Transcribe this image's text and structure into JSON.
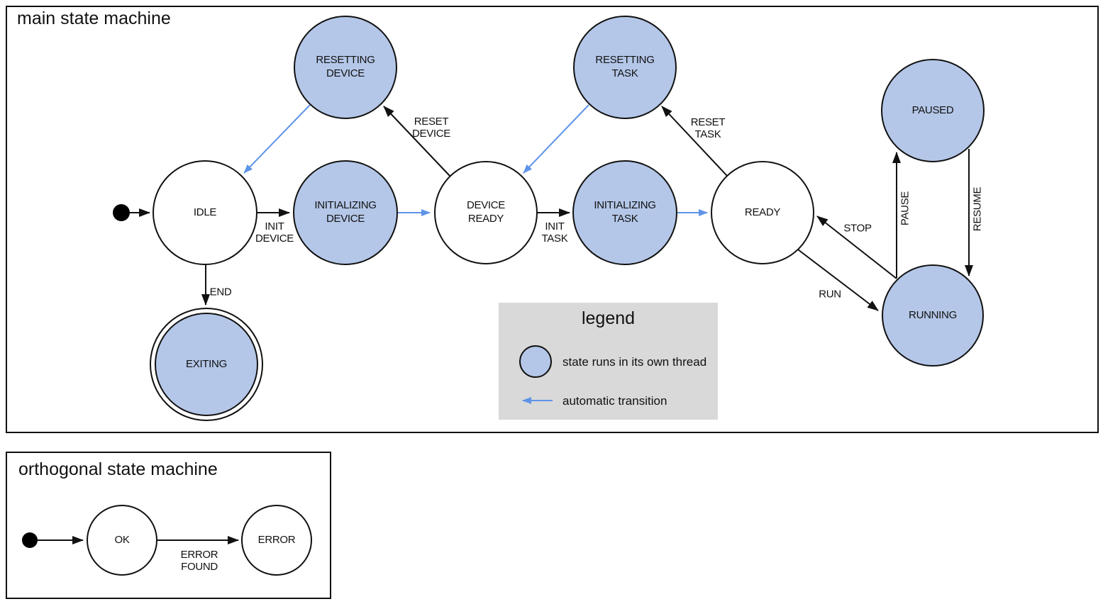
{
  "colors": {
    "state_fill": "#b4c7e8",
    "state_stroke": "#111111",
    "automatic_transition_arrow": "#5f94e8",
    "legend_background": "#d9d9d9"
  },
  "main_machine": {
    "title": "main state machine",
    "states": [
      {
        "name": "IDLE",
        "label": "IDLE",
        "threaded": false,
        "initial": true,
        "final": false
      },
      {
        "name": "RESETTING DEVICE",
        "label": "RESETTING\nDEVICE",
        "threaded": true,
        "final": false
      },
      {
        "name": "INITIALIZING DEVICE",
        "label": "INITIALIZING\nDEVICE",
        "threaded": true,
        "final": false
      },
      {
        "name": "DEVICE READY",
        "label": "DEVICE\nREADY",
        "threaded": false,
        "final": false
      },
      {
        "name": "RESETTING TASK",
        "label": "RESETTING\nTASK",
        "threaded": true,
        "final": false
      },
      {
        "name": "INITIALIZING TASK",
        "label": "INITIALIZING\nTASK",
        "threaded": true,
        "final": false
      },
      {
        "name": "READY",
        "label": "READY",
        "threaded": false,
        "final": false
      },
      {
        "name": "PAUSED",
        "label": "PAUSED",
        "threaded": true,
        "final": false
      },
      {
        "name": "RUNNING",
        "label": "RUNNING",
        "threaded": true,
        "final": false
      },
      {
        "name": "EXITING",
        "label": "EXITING",
        "threaded": true,
        "final": true
      }
    ],
    "transitions": [
      {
        "label": "INIT\nDEVICE",
        "from": "IDLE",
        "to": "INITIALIZING DEVICE",
        "type": "manual"
      },
      {
        "label": "RESET\nDEVICE",
        "from": "DEVICE READY",
        "to": "RESETTING DEVICE",
        "type": "manual"
      },
      {
        "label": "INIT\nTASK",
        "from": "DEVICE READY",
        "to": "INITIALIZING TASK",
        "type": "manual"
      },
      {
        "label": "RESET\nTASK",
        "from": "READY",
        "to": "RESETTING TASK",
        "type": "manual"
      },
      {
        "label": "RUN",
        "from": "READY",
        "to": "RUNNING",
        "type": "manual"
      },
      {
        "label": "STOP",
        "from": "RUNNING",
        "to": "READY",
        "type": "manual"
      },
      {
        "label": "PAUSE",
        "from": "RUNNING",
        "to": "PAUSED",
        "type": "manual"
      },
      {
        "label": "RESUME",
        "from": "PAUSED",
        "to": "RUNNING",
        "type": "manual"
      },
      {
        "label": "END",
        "from": "IDLE",
        "to": "EXITING",
        "type": "manual"
      },
      {
        "label": "",
        "from": "start",
        "to": "IDLE",
        "type": "initial"
      },
      {
        "label": "",
        "from": "RESETTING DEVICE",
        "to": "IDLE",
        "type": "automatic"
      },
      {
        "label": "",
        "from": "INITIALIZING DEVICE",
        "to": "DEVICE READY",
        "type": "automatic"
      },
      {
        "label": "",
        "from": "RESETTING TASK",
        "to": "DEVICE READY",
        "type": "automatic"
      },
      {
        "label": "",
        "from": "INITIALIZING TASK",
        "to": "READY",
        "type": "automatic"
      }
    ]
  },
  "legend": {
    "title": "legend",
    "items": [
      {
        "swatch": "threaded-state-circle",
        "label": "state runs in its own thread"
      },
      {
        "swatch": "automatic-transition-arrow",
        "label": "automatic transition"
      }
    ]
  },
  "orthogonal_machine": {
    "title": "orthogonal state machine",
    "states": [
      {
        "name": "OK",
        "label": "OK",
        "threaded": false,
        "initial": true
      },
      {
        "name": "ERROR",
        "label": "ERROR",
        "threaded": false
      }
    ],
    "transitions": [
      {
        "label": "ERROR\nFOUND",
        "from": "OK",
        "to": "ERROR",
        "type": "manual"
      },
      {
        "label": "",
        "from": "start",
        "to": "OK",
        "type": "initial"
      }
    ]
  }
}
